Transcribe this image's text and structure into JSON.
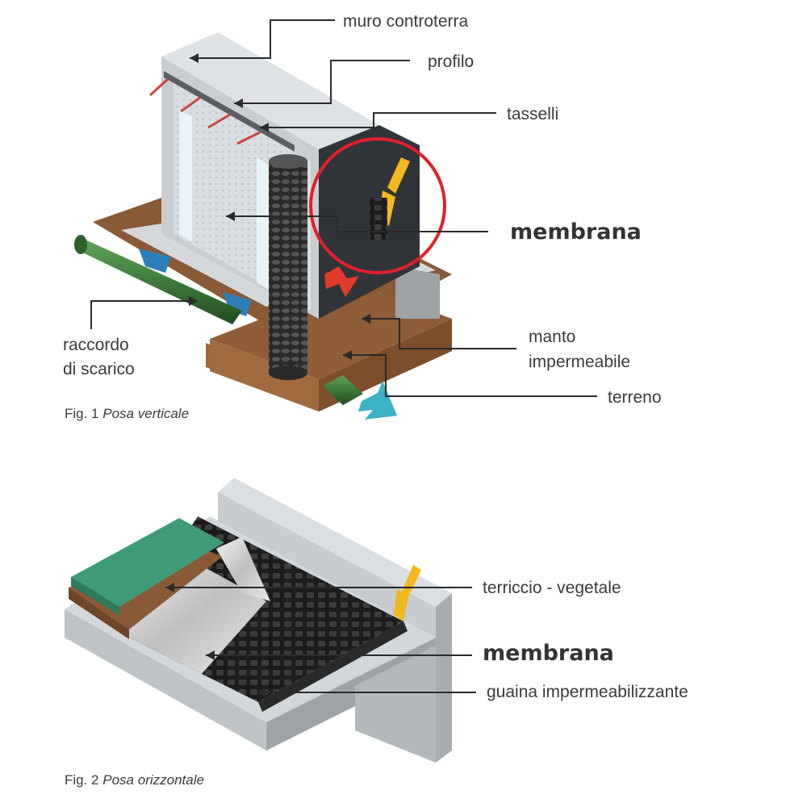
{
  "figure1": {
    "caption_number": "Fig. 1",
    "caption_title": "Posa verticale",
    "labels": {
      "muro": "muro controterra",
      "profilo": "profilo",
      "tasselli": "tasselli",
      "membrana": "membrana",
      "manto_line1": "manto",
      "manto_line2": "impermeabile",
      "terreno": "terreno",
      "raccordo_line1": "raccordo",
      "raccordo_line2": "di scarico"
    }
  },
  "figure2": {
    "caption_number": "Fig. 2",
    "caption_title": "Posa orizzontale",
    "labels": {
      "terriccio": "terriccio - vegetale",
      "membrana": "membrana",
      "guaina": "guaina impermeabilizzante"
    }
  },
  "colors": {
    "concrete": "#c8ccce",
    "membrane": "#1e1e1e",
    "soil": "#8a5a36",
    "grass": "#3f9a78",
    "pipe": "#3d7a3a",
    "highlight_ring": "#e0202a",
    "glue": "#f2b81f",
    "drain_arrow": "#3bb3c4"
  }
}
